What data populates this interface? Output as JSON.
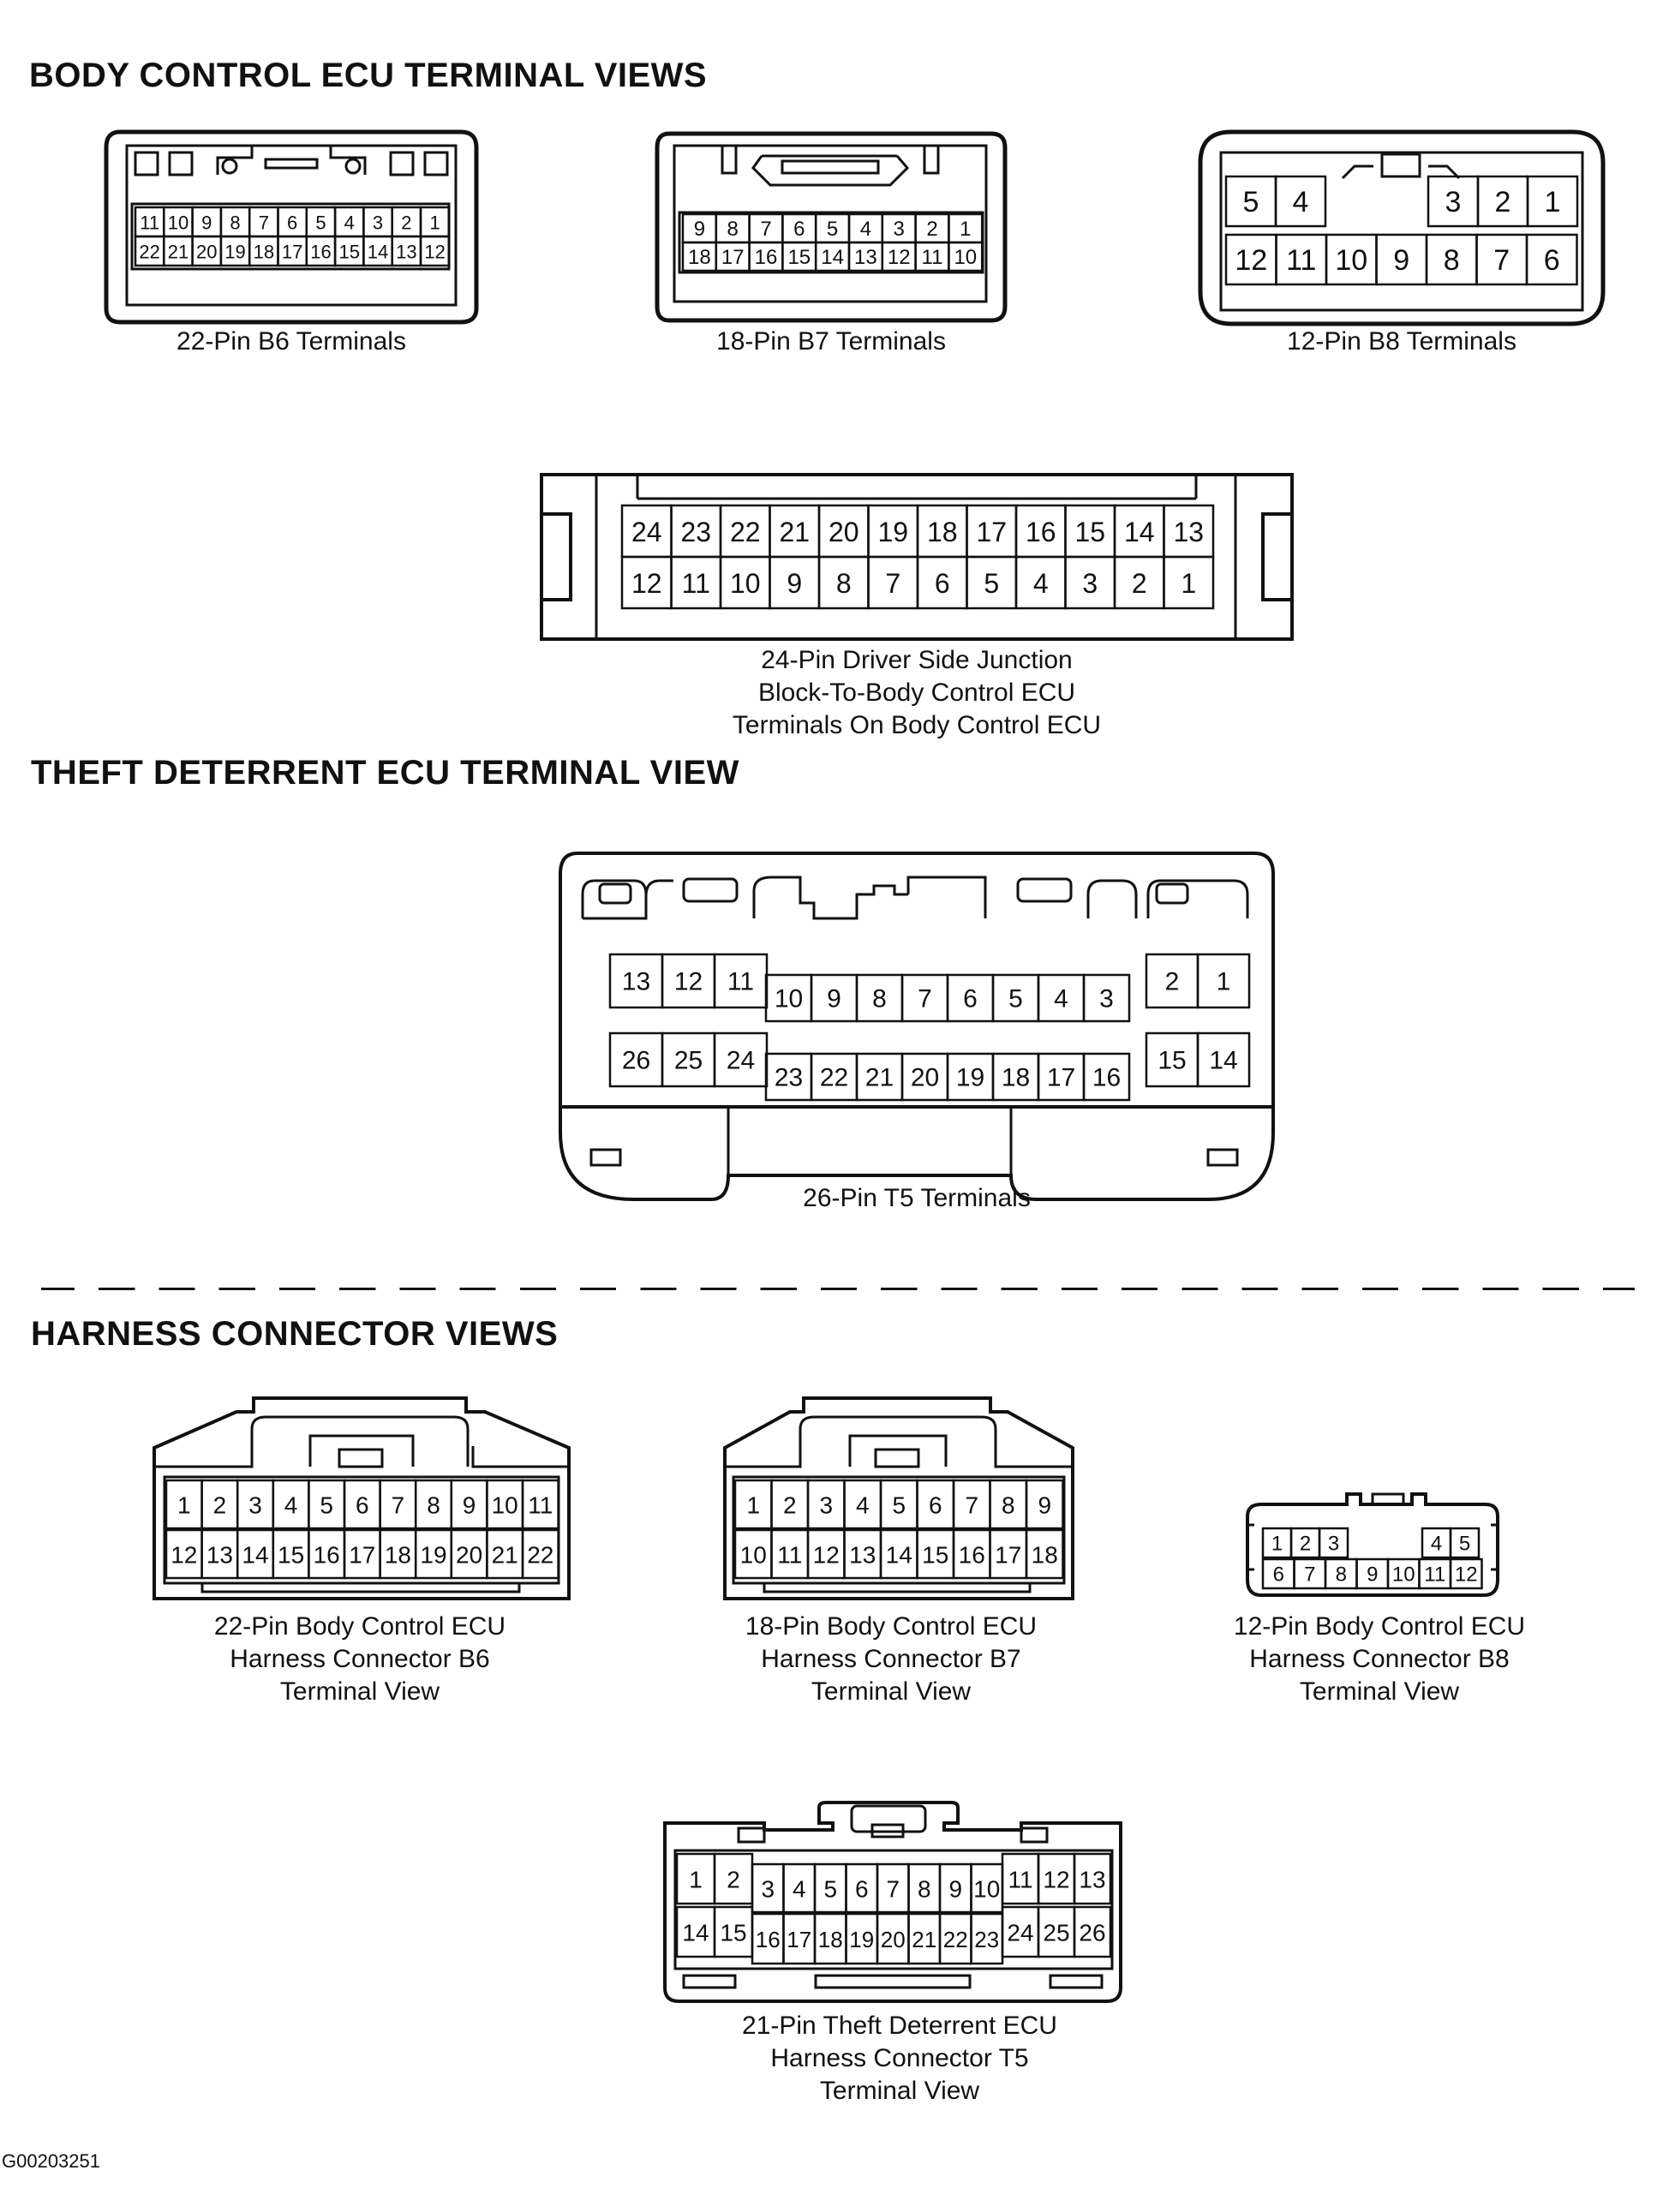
{
  "sections": {
    "body_control": "BODY CONTROL ECU TERMINAL VIEWS",
    "theft": "THEFT DETERRENT ECU TERMINAL VIEW",
    "harness": "HARNESS CONNECTOR VIEWS"
  },
  "captions": {
    "b6": "22-Pin B6 Terminals",
    "b7": "18-Pin B7 Terminals",
    "b8": "12-Pin B8 Terminals",
    "jb24": [
      "24-Pin Driver Side Junction",
      "Block-To-Body Control ECU",
      "Terminals On Body Control ECU"
    ],
    "t5": "26-Pin T5 Terminals",
    "h_b6": [
      "22-Pin Body Control ECU",
      "Harness Connector B6",
      "Terminal View"
    ],
    "h_b7": [
      "18-Pin Body Control ECU",
      "Harness Connector B7",
      "Terminal View"
    ],
    "h_b8": [
      "12-Pin Body Control ECU",
      "Harness Connector B8",
      "Terminal View"
    ],
    "h_t5": [
      "21-Pin Theft Deterrent ECU",
      "Harness Connector T5",
      "Terminal View"
    ]
  },
  "connectors": {
    "b6": {
      "top": [
        "11",
        "10",
        "9",
        "8",
        "7",
        "6",
        "5",
        "4",
        "3",
        "2",
        "1"
      ],
      "bottom": [
        "22",
        "21",
        "20",
        "19",
        "18",
        "17",
        "16",
        "15",
        "14",
        "13",
        "12"
      ]
    },
    "b7": {
      "top": [
        "9",
        "8",
        "7",
        "6",
        "5",
        "4",
        "3",
        "2",
        "1"
      ],
      "bottom": [
        "18",
        "17",
        "16",
        "15",
        "14",
        "13",
        "12",
        "11",
        "10"
      ]
    },
    "b8": {
      "top_left": [
        "5",
        "4"
      ],
      "top_right": [
        "3",
        "2",
        "1"
      ],
      "bottom": [
        "12",
        "11",
        "10",
        "9",
        "8",
        "7",
        "6"
      ]
    },
    "jb24": {
      "top": [
        "24",
        "23",
        "22",
        "21",
        "20",
        "19",
        "18",
        "17",
        "16",
        "15",
        "14",
        "13"
      ],
      "bottom": [
        "12",
        "11",
        "10",
        "9",
        "8",
        "7",
        "6",
        "5",
        "4",
        "3",
        "2",
        "1"
      ]
    },
    "t5": {
      "top_left": [
        "13",
        "12",
        "11"
      ],
      "top_mid": [
        "10",
        "9",
        "8",
        "7",
        "6",
        "5",
        "4",
        "3"
      ],
      "top_right": [
        "2",
        "1"
      ],
      "bottom_left": [
        "26",
        "25",
        "24"
      ],
      "bottom_mid": [
        "23",
        "22",
        "21",
        "20",
        "19",
        "18",
        "17",
        "16"
      ],
      "bottom_right": [
        "15",
        "14"
      ]
    },
    "h_b6": {
      "top": [
        "1",
        "2",
        "3",
        "4",
        "5",
        "6",
        "7",
        "8",
        "9",
        "10",
        "11"
      ],
      "bottom": [
        "12",
        "13",
        "14",
        "15",
        "16",
        "17",
        "18",
        "19",
        "20",
        "21",
        "22"
      ]
    },
    "h_b7": {
      "top": [
        "1",
        "2",
        "3",
        "4",
        "5",
        "6",
        "7",
        "8",
        "9"
      ],
      "bottom": [
        "10",
        "11",
        "12",
        "13",
        "14",
        "15",
        "16",
        "17",
        "18"
      ]
    },
    "h_b8": {
      "top_left": [
        "1",
        "2",
        "3"
      ],
      "top_right": [
        "4",
        "5"
      ],
      "bottom": [
        "6",
        "7",
        "8",
        "9",
        "10",
        "11",
        "12"
      ]
    },
    "h_t5": {
      "top_left": [
        "1",
        "2"
      ],
      "top_mid": [
        "3",
        "4",
        "5",
        "6",
        "7",
        "8",
        "9",
        "10"
      ],
      "top_right": [
        "11",
        "12",
        "13"
      ],
      "bottom_left": [
        "14",
        "15"
      ],
      "bottom_mid": [
        "16",
        "17",
        "18",
        "19",
        "20",
        "21",
        "22",
        "23"
      ],
      "bottom_right": [
        "24",
        "25",
        "26"
      ]
    }
  },
  "figure_code": "G00203251"
}
